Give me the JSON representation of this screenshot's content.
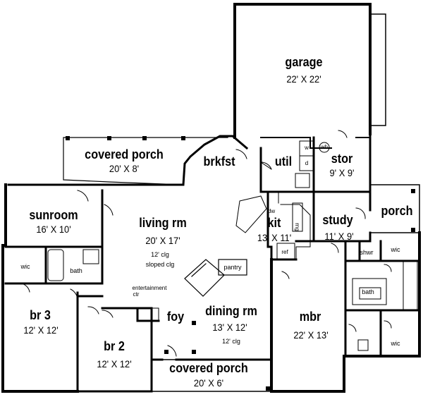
{
  "rooms": {
    "garage": {
      "name": "garage",
      "dims": "22' X 22'"
    },
    "covered_porch_rear": {
      "name": "covered porch",
      "dims": "20' X 8'"
    },
    "brkfst": {
      "name": "brkfst"
    },
    "util": {
      "name": "util"
    },
    "stor": {
      "name": "stor",
      "dims": "9' X 9'"
    },
    "sunroom": {
      "name": "sunroom",
      "dims": "16' X 10'"
    },
    "living_rm": {
      "name": "living rm",
      "dims": "20' X 17'",
      "note1": "12' clg",
      "note2": "sloped clg"
    },
    "kit": {
      "name": "kit",
      "dims": "13' X 11'"
    },
    "study": {
      "name": "study",
      "dims": "11' X 9'"
    },
    "porch": {
      "name": "porch"
    },
    "br3": {
      "name": "br 3",
      "dims": "12' X 12'"
    },
    "br2": {
      "name": "br 2",
      "dims": "12' X 12'"
    },
    "foy": {
      "name": "foy"
    },
    "dining_rm": {
      "name": "dining rm",
      "dims": "13' X 12'",
      "note": "12' clg"
    },
    "mbr": {
      "name": "mbr",
      "dims": "22' X 13'"
    },
    "covered_porch_front": {
      "name": "covered porch",
      "dims": "20' X 6'"
    }
  },
  "fixtures": {
    "wic_br3": "wic",
    "bath_br3": "bath",
    "entertainment_1": "entertainment",
    "entertainment_2": "ctr",
    "pantry": "pantry",
    "dw": "dw",
    "rng": "rng",
    "ref": "ref",
    "w": "w",
    "d": "d",
    "wh": "wh",
    "shwr": "shwr",
    "wic_mbr_top": "wic",
    "bath_mbr": "bath",
    "wic_mbr_bottom": "wic"
  }
}
